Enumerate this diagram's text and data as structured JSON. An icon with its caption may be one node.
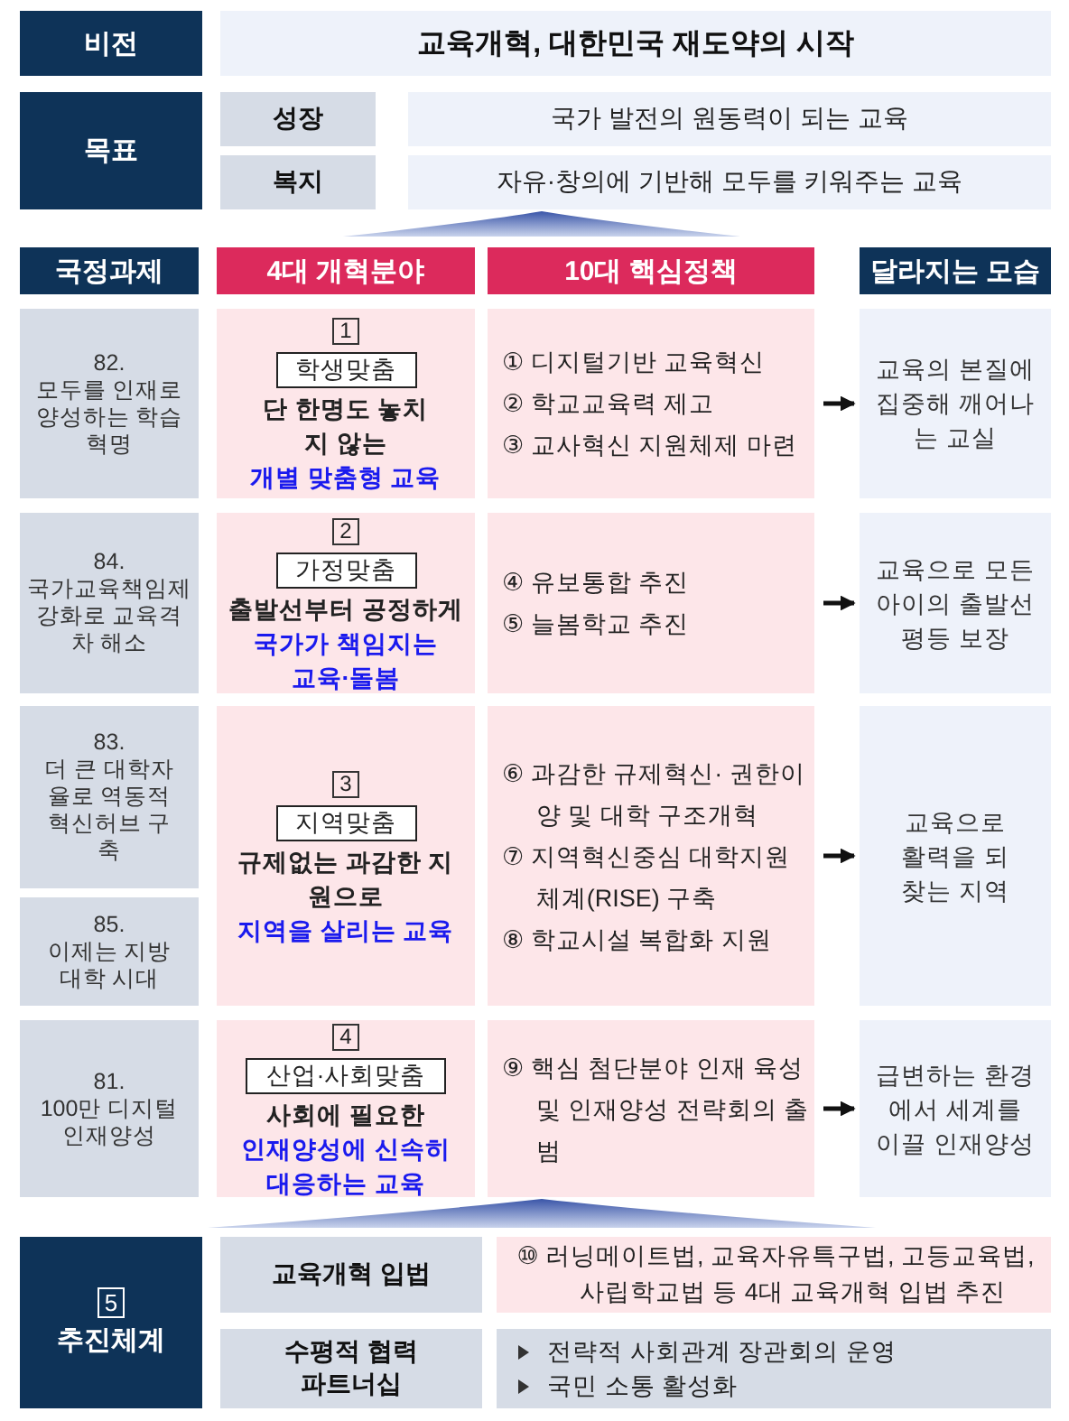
{
  "diagram": {
    "nodes": [
      {
        "text": [
          "비전"
        ]
      },
      {
        "text": [
          "교육개혁, 대한민국 재도약의 시작"
        ]
      },
      {
        "text": [
          "목표"
        ]
      },
      {
        "text": [
          "성장"
        ]
      },
      {
        "text": [
          "국가 발전의 원동력이 되는 교육"
        ]
      },
      {
        "text": [
          "복지"
        ]
      },
      {
        "text": [
          "자유·창의에 기반해 모두를 키워주는 교육"
        ]
      },
      {
        "text": [
          "국정과제"
        ]
      },
      {
        "text": [
          "4대 개혁분야"
        ]
      },
      {
        "text": [
          "10대 핵심정책"
        ]
      },
      {
        "text": [
          "달라지는 모습"
        ]
      },
      {
        "text": [
          "82.",
          "모두를 인재로 양성하는 학습혁명"
        ]
      },
      {
        "text": [
          "1",
          "단 한명도 놓치지 않는",
          "개별 맞춤형 교육"
        ]
      },
      {
        "text": [
          "학생맞춤"
        ],
        "in": 12
      },
      {
        "text": [
          "① 디지털기반 교육혁신",
          "② 학교교육력 제고",
          "③ 교사혁신 지원체제 마련"
        ]
      },
      {
        "text": [
          "교육의 본질에 집중해 깨어나는 교실"
        ]
      },
      {
        "text": [
          "84.",
          "국가교육책임제 강화로 교육격차 해소"
        ]
      },
      {
        "text": [
          "2",
          "출발선부터 공정하게",
          "국가가 책임지는 교육·돌봄"
        ]
      },
      {
        "text": [
          "가정맞춤"
        ],
        "in": 17
      },
      {
        "text": [
          "④ 유보통합 추진",
          "⑤ 늘봄학교 추진"
        ]
      },
      {
        "text": [
          "교육으로 모든 아이의 출발선 평등 보장"
        ]
      },
      {
        "text": [
          "83.",
          "더 큰 대학자율로 역동적 혁신허브 구축"
        ]
      },
      {
        "text": [
          "85.",
          "이제는 지방대학 시대"
        ]
      },
      {
        "text": [
          "3",
          "규제없는 과감한 지원으로",
          "지역을 살리는 교육"
        ]
      },
      {
        "text": [
          "지역맞춤"
        ],
        "in": 23
      },
      {
        "text": [
          "⑥ 과감한 규제혁신· 권한이양 및 대학 구조개혁",
          "⑦ 지역혁신중심 대학지원 체계(RISE) 구축",
          "⑧ 학교시설 복합화 지원"
        ]
      },
      {
        "text": [
          "교육으로 활력을 되찾는 지역"
        ]
      },
      {
        "text": [
          "81.",
          "100만 디지털 인재양성"
        ]
      },
      {
        "text": [
          "4",
          "사회에 필요한",
          "인재양성에 신속히 대응하는 교육"
        ]
      },
      {
        "text": [
          "산업·사회맞춤"
        ],
        "in": 28
      },
      {
        "text": [
          "⑨ 핵심 첨단분야 인재 육성 및 인재양성 전략회의 출범"
        ]
      },
      {
        "text": [
          "급변하는 환경에서 세계를 이끌 인재양성"
        ]
      },
      {
        "text": [
          "5",
          "추진체계"
        ]
      },
      {
        "text": [
          "교육개혁 입법"
        ]
      },
      {
        "text": [
          "⑩ 러닝메이트법, 교육자유특구법, 고등교육법, 사립학교법 등 4대 교육개혁 입법 추진"
        ]
      },
      {
        "text": [
          "수평적 협력 파트너십"
        ]
      },
      {
        "text": [
          "전략적 사회관계 장관회의 운영",
          "국민 소통 활성화"
        ]
      }
    ],
    "edges": [
      {
        "from": 14,
        "to": 15,
        "arrow": "to"
      },
      {
        "from": 19,
        "to": 20,
        "arrow": "to"
      },
      {
        "from": 25,
        "to": 26,
        "arrow": "to"
      },
      {
        "from": 30,
        "to": 31,
        "arrow": "to"
      }
    ]
  }
}
